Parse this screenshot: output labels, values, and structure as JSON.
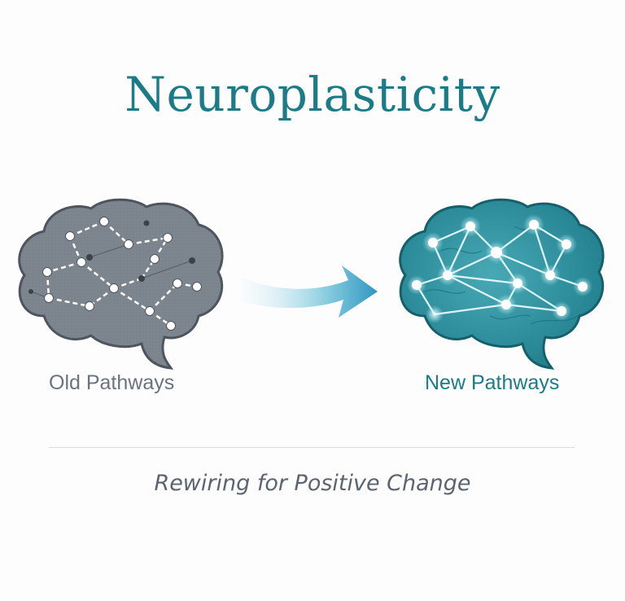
{
  "title": "Neuroplasticity",
  "old_brain": {
    "label": "Old Pathways",
    "fill_color": "#7d858f",
    "outline_color": "#4d545d",
    "node_color": "#ffffff",
    "link_style": "dashed",
    "icon": "brain-icon"
  },
  "new_brain": {
    "label": "New Pathways",
    "fill_color": "#2a8c9a",
    "outline_color": "#15606c",
    "node_color": "#ffffff",
    "link_style": "solid-glowing",
    "icon": "brain-icon"
  },
  "arrow": {
    "icon": "right-arrow-icon",
    "color": "#3ba9c6"
  },
  "tagline": "Rewiring for Positive Change"
}
